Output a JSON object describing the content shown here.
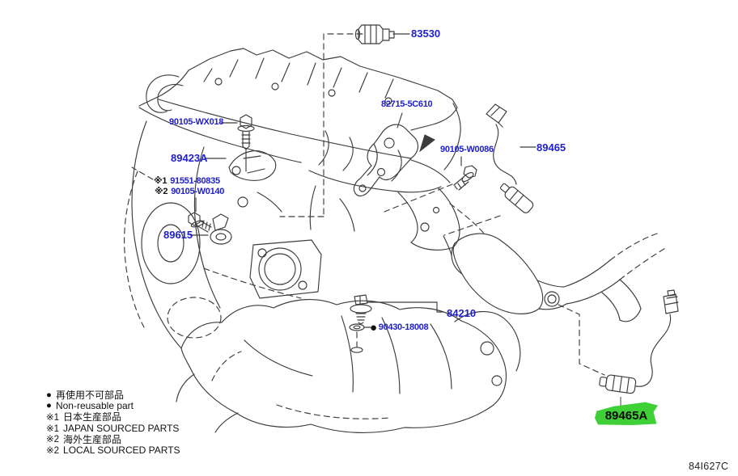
{
  "diagram_code": "84I627C",
  "colors": {
    "label_blue": "#2020cc",
    "highlight_green": "#3fcf36",
    "line_art": "#3c3c3c",
    "background": "#ffffff"
  },
  "parts": {
    "p83530": {
      "number": "83530"
    },
    "p82715_5c610": {
      "number": "82715-5C610"
    },
    "p90105_wx018": {
      "number": "90105-WX018"
    },
    "p90105_w0086": {
      "number": "90105-W0086"
    },
    "p89465": {
      "number": "89465"
    },
    "p89423a": {
      "number": "89423A"
    },
    "p91551_80835": {
      "prefix": "※1",
      "number": "91551-80835"
    },
    "p90105_w0140": {
      "prefix": "※2",
      "number": "90105-W0140"
    },
    "p89615": {
      "number": "89615"
    },
    "p84210": {
      "number": "84210"
    },
    "p90430_18008": {
      "symbol": "●",
      "number": "90430-18008"
    },
    "p89465a": {
      "number": "89465A"
    }
  },
  "legend": {
    "items": [
      {
        "symbol": "●",
        "label": "再使用不可部品"
      },
      {
        "symbol": "●",
        "label": "Non-reusable part"
      },
      {
        "symbol": "※1",
        "label": "日本生産部品"
      },
      {
        "symbol": "※1",
        "label": "JAPAN SOURCED PARTS"
      },
      {
        "symbol": "※2",
        "label": "海外生産部品"
      },
      {
        "symbol": "※2",
        "label": "LOCAL SOURCED PARTS"
      }
    ]
  }
}
